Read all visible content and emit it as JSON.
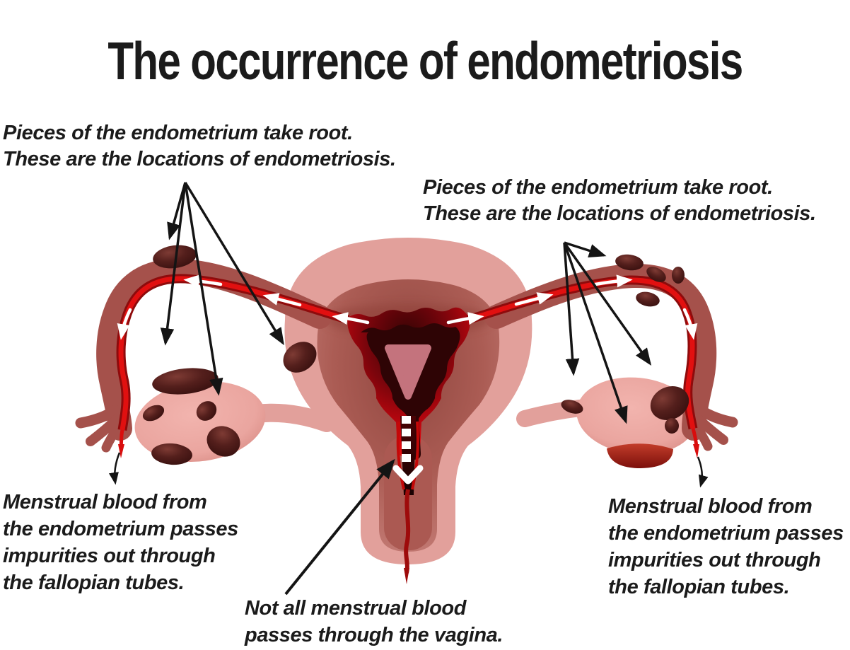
{
  "title": "The occurrence of endometriosis",
  "notes": {
    "top_left": {
      "line1": "Pieces of the endometrium take root.",
      "line2": "These are the locations of endometriosis."
    },
    "top_right": {
      "line1": "Pieces of the endometrium take root.",
      "line2": "These are the locations of endometriosis."
    },
    "bottom_left": {
      "line1": "Menstrual blood from",
      "line2": "the endometrium passes",
      "line3": "impurities out through",
      "line4": "the fallopian tubes."
    },
    "bottom_right": {
      "line1": "Menstrual blood from",
      "line2": "the endometrium passes",
      "line3": "impurities out through",
      "line4": "the fallopian tubes."
    },
    "bottom_center": {
      "line1": "Not all menstrual blood",
      "line2": "passes through the vagina."
    }
  },
  "colors": {
    "background": "#ffffff",
    "text": "#1b1b1b",
    "uterus_outer_pink": "#e2a09b",
    "uterus_muscle_layer": "#b06158",
    "endometrium_red": "#d9060f",
    "cavity_lining_dark": "#2e0405",
    "cavity_center_pink": "#c4737d",
    "fallopian_tube": "#a5514b",
    "menstrual_blood": "#e11010",
    "lesion_dark": "#541f1c",
    "ovary_pink": "#e8a29c",
    "annotation_arrow": "#141414",
    "flow_arrow": "#ffffff"
  }
}
